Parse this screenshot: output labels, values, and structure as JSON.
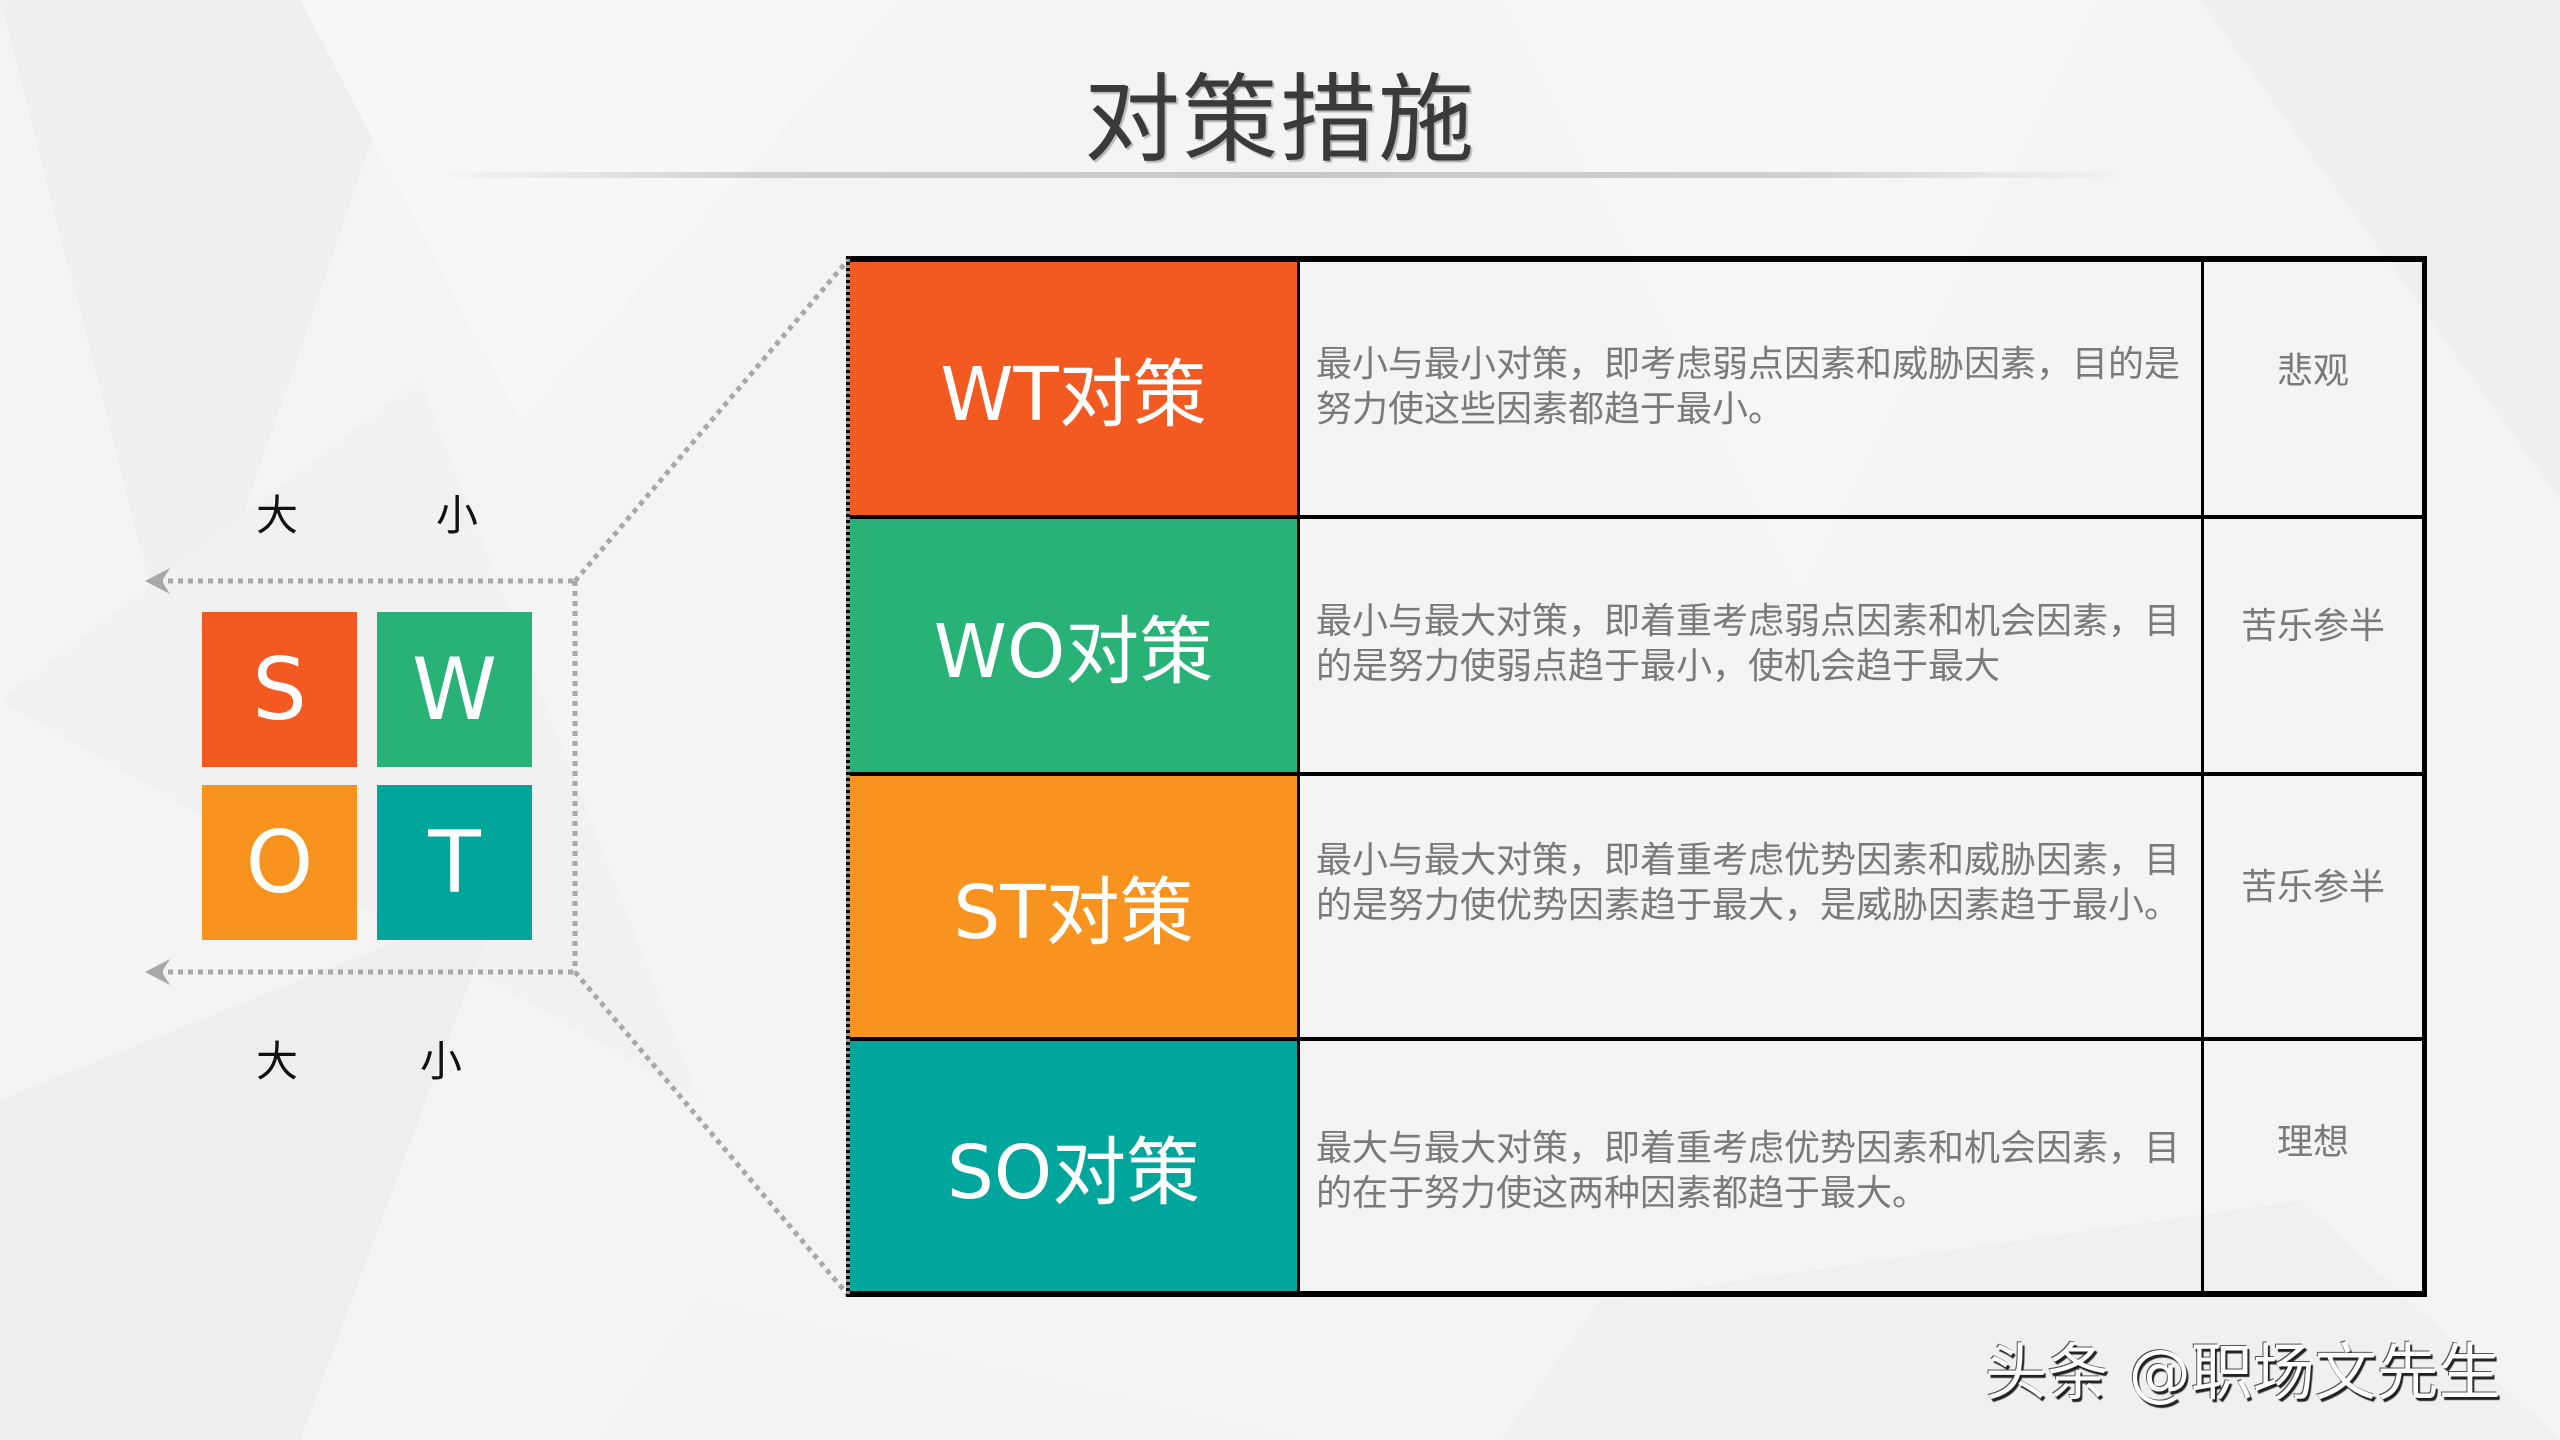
{
  "slide": {
    "title": "对策措施",
    "watermark": "头条 @职场文先生"
  },
  "swot": {
    "top_labels": {
      "left": "大",
      "right": "小"
    },
    "bottom_labels": {
      "left": "大",
      "right": "小"
    },
    "tiles": [
      {
        "letter": "S",
        "color": "#F25A22"
      },
      {
        "letter": "W",
        "color": "#28B277"
      },
      {
        "letter": "O",
        "color": "#F7931E"
      },
      {
        "letter": "T",
        "color": "#00A69C"
      }
    ]
  },
  "table": {
    "rows": [
      {
        "label": "WT对策",
        "color": "#F25A22",
        "description": "最小与最小对策，即考虑弱点因素和威胁因素，目的是努力使这些因素都趋于最小。",
        "outlook": "悲观"
      },
      {
        "label": "WO对策",
        "color": "#28B277",
        "description": "最小与最大对策，即着重考虑弱点因素和机会因素，目的是努力使弱点趋于最小，使机会趋于最大",
        "outlook": "苦乐参半"
      },
      {
        "label": "ST对策",
        "color": "#F7931E",
        "description": "最小与最大对策，即着重考虑优势因素和威胁因素，目的是努力使优势因素趋于最大，是威胁因素趋于最小。",
        "outlook": "苦乐参半"
      },
      {
        "label": "SO对策",
        "color": "#00A69C",
        "description": "最大与最大对策，即着重考虑优势因素和机会因素，目的在于努力使这两种因素都趋于最大。",
        "outlook": "理想"
      }
    ]
  }
}
